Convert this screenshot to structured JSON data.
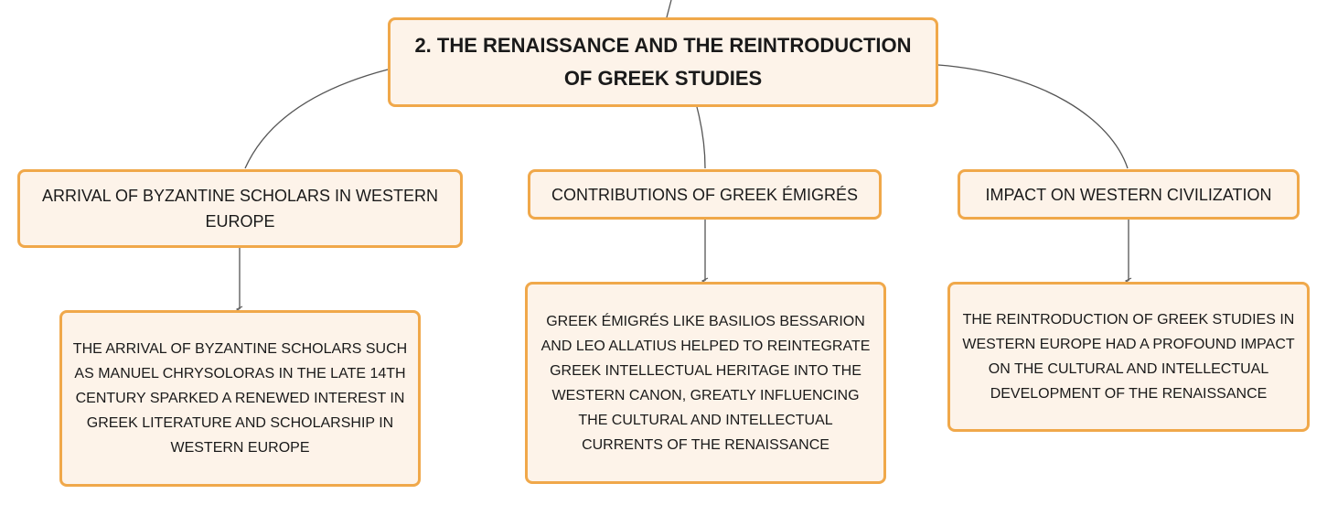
{
  "root": {
    "text": "2. THE RENAISSANCE AND THE REINTRODUCTION OF GREEK STUDIES"
  },
  "branches": [
    {
      "label": "ARRIVAL OF BYZANTINE SCHOLARS IN WESTERN EUROPE",
      "detail": "THE ARRIVAL OF BYZANTINE SCHOLARS SUCH AS MANUEL CHRYSOLORAS IN THE LATE 14TH CENTURY SPARKED A RENEWED INTEREST IN GREEK LITERATURE AND SCHOLARSHIP IN WESTERN EUROPE"
    },
    {
      "label": "CONTRIBUTIONS OF GREEK ÉMIGRÉS",
      "detail": "GREEK ÉMIGRÉS LIKE BASILIOS BESSARION AND LEO ALLATIUS HELPED TO REINTEGRATE GREEK INTELLECTUAL HERITAGE INTO THE WESTERN CANON, GREATLY INFLUENCING THE CULTURAL AND INTELLECTUAL CURRENTS OF THE RENAISSANCE"
    },
    {
      "label": "IMPACT ON WESTERN CIVILIZATION",
      "detail": "THE REINTRODUCTION OF GREEK STUDIES IN WESTERN EUROPE HAD A PROFOUND IMPACT ON THE CULTURAL AND INTELLECTUAL DEVELOPMENT OF THE RENAISSANCE"
    }
  ],
  "colors": {
    "node_fill": "#fdf3e9",
    "node_border": "#f0a84a",
    "connector": "#555555",
    "text": "#1a1a1a"
  }
}
